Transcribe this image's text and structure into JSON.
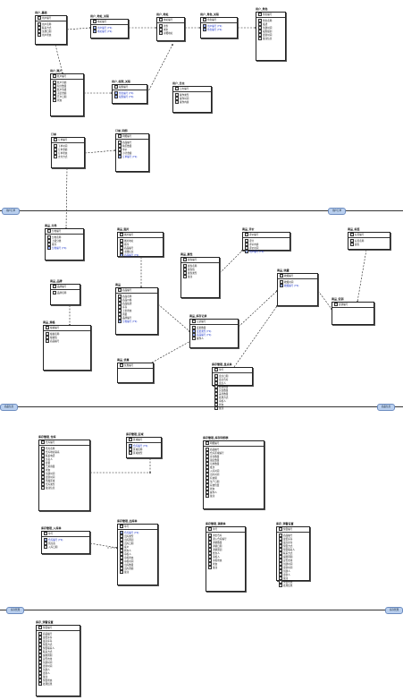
{
  "diagram": {
    "sections": [
      {
        "left_label": "用户订单",
        "right_label": "用户订单"
      },
      {
        "left_label": "商品信息",
        "right_label": "商品信息"
      },
      {
        "left_label": "库存管理",
        "right_label": "库存管理"
      }
    ],
    "tables": [
      {
        "id": "t01",
        "name": "用户_基础",
        "head": "用户编号",
        "fields": [
          {
            "n": "用户名称",
            "fk": false
          },
          {
            "n": "联系方式",
            "fk": false
          },
          {
            "n": "注册日期",
            "fk": false
          },
          {
            "n": "用户状态",
            "fk": false
          }
        ]
      },
      {
        "id": "t02",
        "name": "用户_地址_关联",
        "head": "地址编号",
        "fields": [
          {
            "n": "用户编号 (FK)",
            "fk": true
          },
          {
            "n": "地址编号 (FK)",
            "fk": true
          }
        ]
      },
      {
        "id": "t03",
        "name": "用户_地址",
        "head": "地址编号",
        "fields": [
          {
            "n": "省份",
            "fk": false
          },
          {
            "n": "城市",
            "fk": false
          },
          {
            "n": "详细地址",
            "fk": false
          }
        ]
      },
      {
        "id": "t04",
        "name": "用户_角色_关联",
        "head": "角色编号",
        "fields": [
          {
            "n": "用户编号 (FK)",
            "fk": true
          },
          {
            "n": "角色编号 (FK)",
            "fk": true
          }
        ]
      },
      {
        "id": "t05",
        "name": "用户_角色",
        "head": "角色编号",
        "fields": [
          {
            "n": "角色名称",
            "fk": false
          },
          {
            "n": "描述",
            "fk": false
          },
          {
            "n": "创建时间",
            "fk": false
          },
          {
            "n": "权限级别",
            "fk": false
          },
          {
            "n": "更新时间",
            "fk": false
          },
          {
            "n": "备注信息",
            "fk": false
          }
        ]
      },
      {
        "id": "t06",
        "name": "用户_账户",
        "head": "账户编号",
        "fields": [
          {
            "n": "账户余额",
            "fk": false
          },
          {
            "n": "积分数量",
            "fk": false
          },
          {
            "n": "账户等级",
            "fk": false
          },
          {
            "n": "冻结金额",
            "fk": false
          },
          {
            "n": "开户日期",
            "fk": false
          },
          {
            "n": "状态",
            "fk": false
          }
        ]
      },
      {
        "id": "t07",
        "name": "用户_权限_关联",
        "head": "权限编号",
        "fields": [
          {
            "n": "角色编号 (FK)",
            "fk": true
          },
          {
            "n": "权限编号 (FK)",
            "fk": true
          }
        ]
      },
      {
        "id": "t08",
        "name": "用户_日志",
        "head": "日志编号",
        "fields": [
          {
            "n": "操作类型",
            "fk": false
          },
          {
            "n": "操作时间",
            "fk": false
          },
          {
            "n": "操作内容",
            "fk": false
          }
        ]
      },
      {
        "id": "t09",
        "name": "订单",
        "head": "订单编号",
        "fields": [
          {
            "n": "下单时间",
            "fk": false
          },
          {
            "n": "订单金额",
            "fk": false
          },
          {
            "n": "订单状态",
            "fk": false
          },
          {
            "n": "支付方式",
            "fk": false
          }
        ]
      },
      {
        "id": "t10",
        "name": "订单_明细",
        "head": "明细编号",
        "fields": [
          {
            "n": "商品编号",
            "fk": false
          },
          {
            "n": "购买数量",
            "fk": false
          },
          {
            "n": "单价",
            "fk": false
          },
          {
            "n": "小计金额",
            "fk": false
          },
          {
            "n": "订单编号 (FK)",
            "fk": true
          }
        ]
      },
      {
        "id": "t11",
        "name": "商品_分类",
        "head": "分类编号",
        "fields": [
          {
            "n": "分类名称",
            "fk": false
          },
          {
            "n": "上级分类",
            "fk": false
          },
          {
            "n": "排序",
            "fk": false
          },
          {
            "n": "分类编号 (FK)",
            "fk": true
          }
        ]
      },
      {
        "id": "t12",
        "name": "商品_品牌",
        "head": "品牌编号",
        "fields": [
          {
            "n": "品牌名称",
            "fk": false
          }
        ]
      },
      {
        "id": "t13",
        "name": "商品_规格",
        "head": "规格编号",
        "fields": [
          {
            "n": "规格名称",
            "fk": false
          },
          {
            "n": "规格值",
            "fk": false
          },
          {
            "n": "商品编号",
            "fk": false
          }
        ]
      },
      {
        "id": "t14",
        "name": "商品_图片",
        "head": "图片编号",
        "fields": [
          {
            "n": "图片地址",
            "fk": false
          },
          {
            "n": "排序",
            "fk": false
          },
          {
            "n": "商品编号",
            "fk": false
          },
          {
            "n": "主图标识",
            "fk": false
          },
          {
            "n": "商品编号 (FK)",
            "fk": true
          }
        ]
      },
      {
        "id": "t15",
        "name": "商品",
        "head": "商品编号",
        "fields": [
          {
            "n": "商品名称",
            "fk": false
          },
          {
            "n": "商品价格",
            "fk": false
          },
          {
            "n": "商品描述",
            "fk": false
          },
          {
            "n": "库存",
            "fk": false
          },
          {
            "n": "上架状态",
            "fk": false
          },
          {
            "n": "销量",
            "fk": false
          },
          {
            "n": "品牌编号",
            "fk": false
          },
          {
            "n": "分类编号 (FK)",
            "fk": true
          }
        ]
      },
      {
        "id": "t16",
        "name": "商品_属性",
        "head": "属性编号",
        "fields": [
          {
            "n": "属性名称",
            "fk": false
          },
          {
            "n": "属性值",
            "fk": false
          },
          {
            "n": "属性类型",
            "fk": false
          },
          {
            "n": "备注",
            "fk": false
          }
        ]
      },
      {
        "id": "t17",
        "name": "商品_评价",
        "head": "评价编号",
        "fields": [
          {
            "n": "评分",
            "fk": false
          },
          {
            "n": "评价内容",
            "fk": false
          },
          {
            "n": "评价时间",
            "fk": false
          },
          {
            "n": "用户编号 (FK)",
            "fk": true
          }
        ]
      },
      {
        "id": "t18",
        "name": "商品_标签",
        "head": "标签编号",
        "fields": [
          {
            "n": "标签名称",
            "fk": false
          },
          {
            "n": "颜色",
            "fk": false
          }
        ]
      },
      {
        "id": "t19",
        "name": "商品_收藏",
        "head": "收藏编号",
        "fields": [
          {
            "n": "收藏时间",
            "fk": false
          },
          {
            "n": "收藏编号 (FK)",
            "fk": true
          }
        ]
      },
      {
        "id": "t20",
        "name": "商品_库存记录",
        "head": "记录编号",
        "fields": [
          {
            "n": "变更数量",
            "fk": false
          },
          {
            "n": "变更类型 (FK)",
            "fk": true
          },
          {
            "n": "商品编号 (FK)",
            "fk": true
          },
          {
            "n": "操作人",
            "fk": false
          }
        ]
      },
      {
        "id": "t21",
        "name": "商品_促销",
        "head": "促销编号",
        "fields": []
      },
      {
        "id": "t22",
        "name": "商品_优惠",
        "head": "优惠编号",
        "fields": []
      },
      {
        "id": "t23",
        "name": "库存管理_仓库",
        "head": "仓库编号",
        "fields": [
          {
            "n": "仓库名称",
            "fk": false
          },
          {
            "n": "仓库地址联系",
            "fk": false
          },
          {
            "n": "联系电话",
            "fk": false
          },
          {
            "n": "负责人",
            "fk": false
          },
          {
            "n": "容量",
            "fk": false
          },
          {
            "n": "已用容量",
            "fk": false
          },
          {
            "n": "状态",
            "fk": false
          },
          {
            "n": "创建时间",
            "fk": false
          },
          {
            "n": "更新时间",
            "fk": false
          },
          {
            "n": "所属区域",
            "fk": false
          },
          {
            "n": "仓库类型",
            "fk": false
          },
          {
            "n": "备注信息",
            "fk": false
          }
        ]
      },
      {
        "id": "t24",
        "name": "库存管理_区域",
        "head": "区域编号",
        "fields": [
          {
            "n": "仓库编号 (FK)",
            "fk": true
          },
          {
            "n": "区域名称",
            "fk": false
          },
          {
            "n": "区域类型",
            "fk": false
          }
        ]
      },
      {
        "id": "t25",
        "name": "库存管理_库存明细表",
        "head": "明细编号",
        "fields": [
          {
            "n": "商品编号",
            "fk": false
          },
          {
            "n": "仓库区域编号",
            "fk": false
          },
          {
            "n": "库存数量",
            "fk": false
          },
          {
            "n": "锁定数量",
            "fk": false
          },
          {
            "n": "可用数量",
            "fk": false
          },
          {
            "n": "批次",
            "fk": false
          },
          {
            "n": "入库时间",
            "fk": false
          },
          {
            "n": "出库时间",
            "fk": false
          },
          {
            "n": "有效期",
            "fk": false
          },
          {
            "n": "生产日期",
            "fk": false
          },
          {
            "n": "存放位置",
            "fk": false
          },
          {
            "n": "状态",
            "fk": false
          },
          {
            "n": "操作人",
            "fk": false
          },
          {
            "n": "备注",
            "fk": false
          }
        ]
      },
      {
        "id": "t26",
        "name": "库存管理_入库单",
        "head": "单号",
        "fields": [
          {
            "n": "仓库编号 (FK)",
            "fk": true
          },
          {
            "n": "供应商",
            "fk": false
          },
          {
            "n": "入库日期",
            "fk": false
          }
        ]
      },
      {
        "id": "t27",
        "name": "库存管理_出库单",
        "head": "单号",
        "fields": [
          {
            "n": "仓库编号 (FK)",
            "fk": true
          },
          {
            "n": "出库类型",
            "fk": false
          },
          {
            "n": "出库原因",
            "fk": false
          },
          {
            "n": "出库日期",
            "fk": false
          },
          {
            "n": "客户",
            "fk": false
          },
          {
            "n": "经办人",
            "fk": false
          },
          {
            "n": "审核人",
            "fk": false
          },
          {
            "n": "审核状态",
            "fk": false
          },
          {
            "n": "审核时间",
            "fk": false
          },
          {
            "n": "出库数量",
            "fk": false
          },
          {
            "n": "出库金额",
            "fk": false
          },
          {
            "n": "备注",
            "fk": false
          }
        ]
      },
      {
        "id": "t28",
        "name": "库存管理_调拨单",
        "head": "单号",
        "fields": [
          {
            "n": "调出仓库",
            "fk": false
          },
          {
            "n": "调入仓库编号",
            "fk": false
          },
          {
            "n": "调拨数量",
            "fk": false
          },
          {
            "n": "调拨日期",
            "fk": false
          },
          {
            "n": "调拨原因",
            "fk": false
          },
          {
            "n": "经办人",
            "fk": false
          },
          {
            "n": "审核人",
            "fk": false
          },
          {
            "n": "审核状态",
            "fk": false
          },
          {
            "n": "状态",
            "fk": false
          },
          {
            "n": "备注",
            "fk": false
          }
        ]
      },
      {
        "id": "t29",
        "name": "库存管理_盘点单",
        "head": "单号",
        "fields": [
          {
            "n": "盘点日期",
            "fk": false
          },
          {
            "n": "盘点仓库",
            "fk": false
          },
          {
            "n": "盘点人",
            "fk": false
          },
          {
            "n": "账面数量",
            "fk": false
          },
          {
            "n": "实盘数量",
            "fk": false
          },
          {
            "n": "差异数量",
            "fk": false
          },
          {
            "n": "处理方式",
            "fk": false
          },
          {
            "n": "审核人",
            "fk": false
          },
          {
            "n": "状态",
            "fk": false
          },
          {
            "n": "备注",
            "fk": false
          }
        ]
      },
      {
        "id": "t30",
        "name": "库存_预警设置",
        "head": "预警编号",
        "fields": [
          {
            "n": "商品编号",
            "fk": false
          },
          {
            "n": "最低库存",
            "fk": false
          },
          {
            "n": "最高库存",
            "fk": false
          },
          {
            "n": "预警方式",
            "fk": false
          },
          {
            "n": "预警联系人",
            "fk": false
          },
          {
            "n": "联系方式",
            "fk": false
          },
          {
            "n": "提醒周期",
            "fk": false
          },
          {
            "n": "是否启用",
            "fk": false
          },
          {
            "n": "创建时间",
            "fk": false
          },
          {
            "n": "更新时间",
            "fk": false
          },
          {
            "n": "创建人",
            "fk": false
          },
          {
            "n": "更新人",
            "fk": false
          },
          {
            "n": "备注",
            "fk": false
          },
          {
            "n": "预警状态",
            "fk": false
          },
          {
            "n": "处理结果",
            "fk": false
          }
        ]
      }
    ]
  }
}
